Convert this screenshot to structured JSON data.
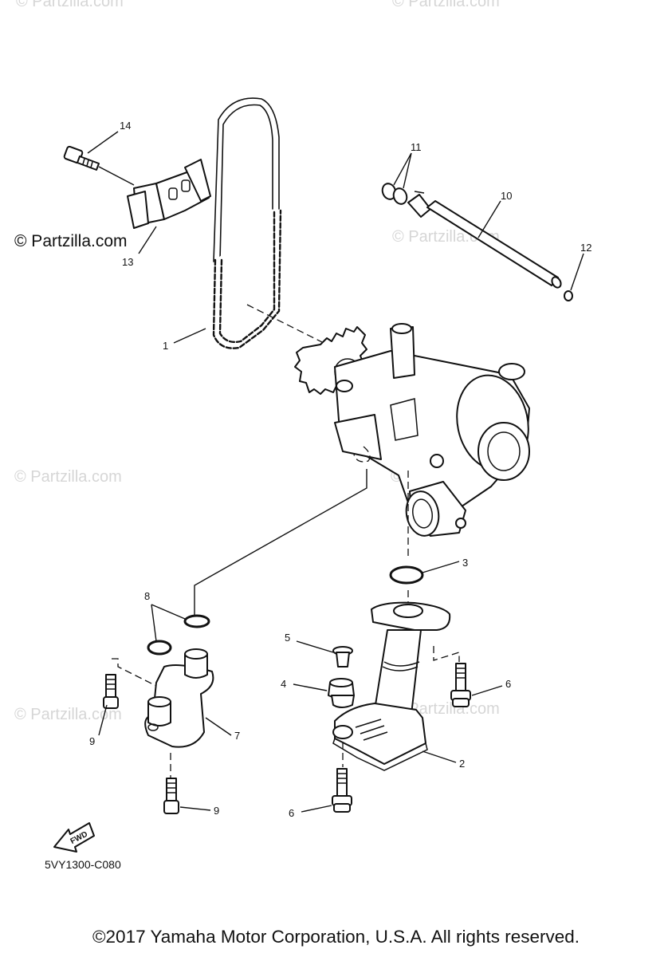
{
  "watermark": "© Partzilla.com",
  "diagram_code": "5VY1300-C080",
  "fwd_label": "FWD",
  "copyright": "©2017 Yamaha Motor Corporation, U.S.A. All rights reserved.",
  "callouts": {
    "c1": "1",
    "c2": "2",
    "c3": "3",
    "c4": "4",
    "c5": "5",
    "c6a": "6",
    "c6b": "6",
    "c7": "7",
    "c8": "8",
    "c9a": "9",
    "c9b": "9",
    "c10": "10",
    "c11": "11",
    "c12": "12",
    "c13": "13",
    "c14": "14"
  }
}
